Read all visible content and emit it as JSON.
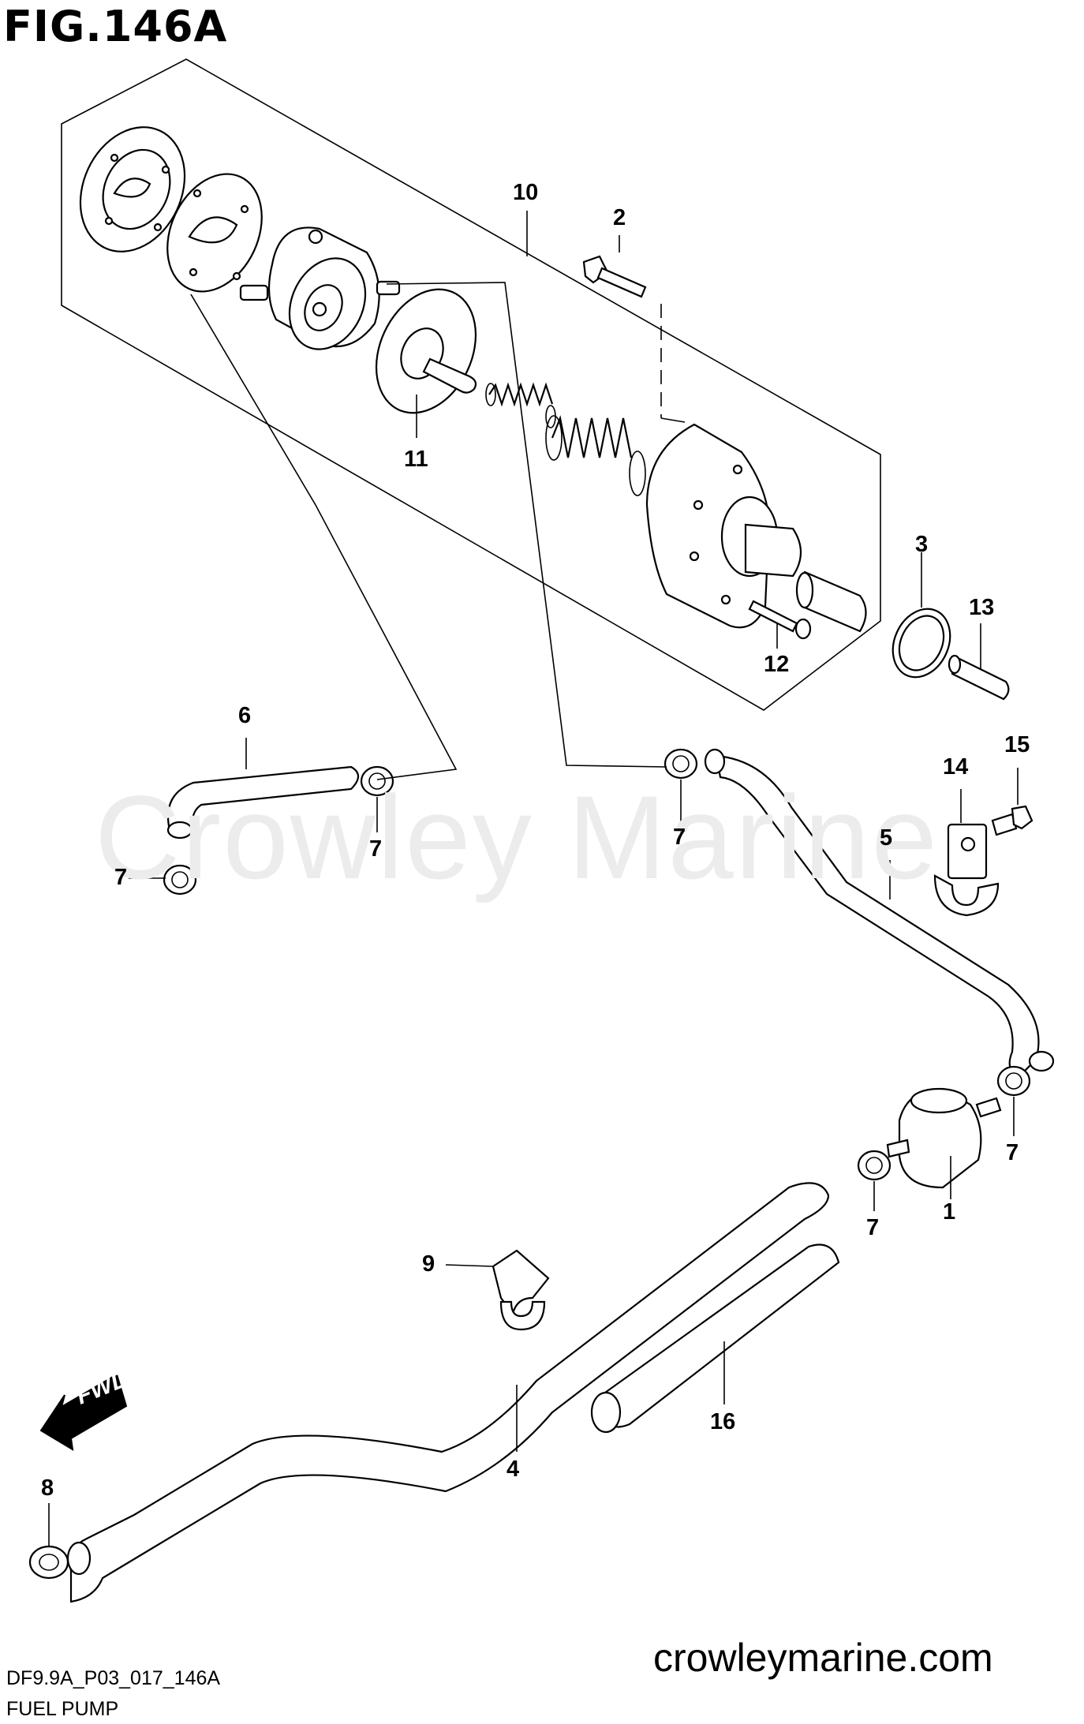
{
  "figure_title": "FIG.146A",
  "watermark": "Crowley Marine",
  "website": "crowleymarine.com",
  "diagram_code": "DF9.9A_P03_017_146A",
  "diagram_name": "FUEL PUMP",
  "fwd_label": "FWD",
  "callouts": [
    {
      "id": "c10",
      "label": "10"
    },
    {
      "id": "c2",
      "label": "2"
    },
    {
      "id": "c11",
      "label": "11"
    },
    {
      "id": "c3",
      "label": "3"
    },
    {
      "id": "c13",
      "label": "13"
    },
    {
      "id": "c12",
      "label": "12"
    },
    {
      "id": "c6",
      "label": "6"
    },
    {
      "id": "c7a",
      "label": "7"
    },
    {
      "id": "c7b",
      "label": "7"
    },
    {
      "id": "c7c",
      "label": "7"
    },
    {
      "id": "c14",
      "label": "14"
    },
    {
      "id": "c15",
      "label": "15"
    },
    {
      "id": "c5",
      "label": "5"
    },
    {
      "id": "c7d",
      "label": "7"
    },
    {
      "id": "c7e",
      "label": "7"
    },
    {
      "id": "c1",
      "label": "1"
    },
    {
      "id": "c9",
      "label": "9"
    },
    {
      "id": "c16",
      "label": "16"
    },
    {
      "id": "c4",
      "label": "4"
    },
    {
      "id": "c8",
      "label": "8"
    }
  ]
}
